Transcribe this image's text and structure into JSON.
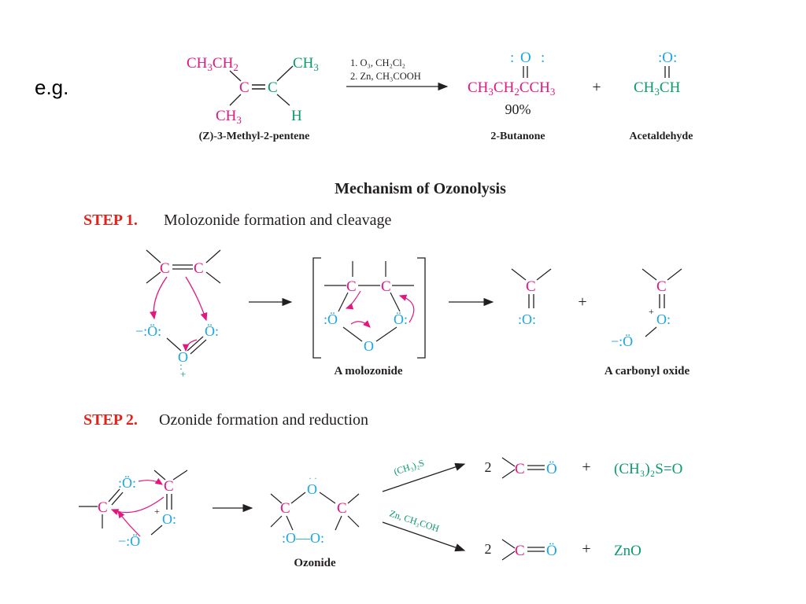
{
  "colors": {
    "carbon": "#e3177d",
    "oxygen": "#1ba7e1",
    "reagent": "#0a9a6e",
    "step": "#e2231a",
    "text": "#231f20"
  },
  "example": {
    "label": "e.g.",
    "reactant_name": "(Z)-3-Methyl-2-pentene",
    "reagent_1": "1. O₃, CH₂Cl₂",
    "reagent_2": "2. Zn, CH₃COOH",
    "product_1_name": "2-Butanone",
    "product_1_yield": "90%",
    "product_2_name": "Acetaldehyde",
    "plus": "+"
  },
  "mechanism": {
    "title": "Mechanism of Ozonolysis",
    "step1": {
      "label": "STEP 1.",
      "text": "Molozonide formation and cleavage",
      "molozonide_caption": "A molozonide",
      "carbonyl_oxide_caption": "A carbonyl oxide"
    },
    "step2": {
      "label": "STEP 2.",
      "text": "Ozonide formation and reduction",
      "ozonide_caption": "Ozonide",
      "branch_dms_reagent": "(CH₃)₂S",
      "branch_zn_reagent": "Zn, CH₃COH",
      "coefficient": "2",
      "dms_product": "(CH₃)₂S=O",
      "zn_product": "ZnO"
    }
  },
  "icons": [
    "reaction-arrow-icon",
    "electron-push-arrow-icon",
    "lone-pair-icon"
  ]
}
